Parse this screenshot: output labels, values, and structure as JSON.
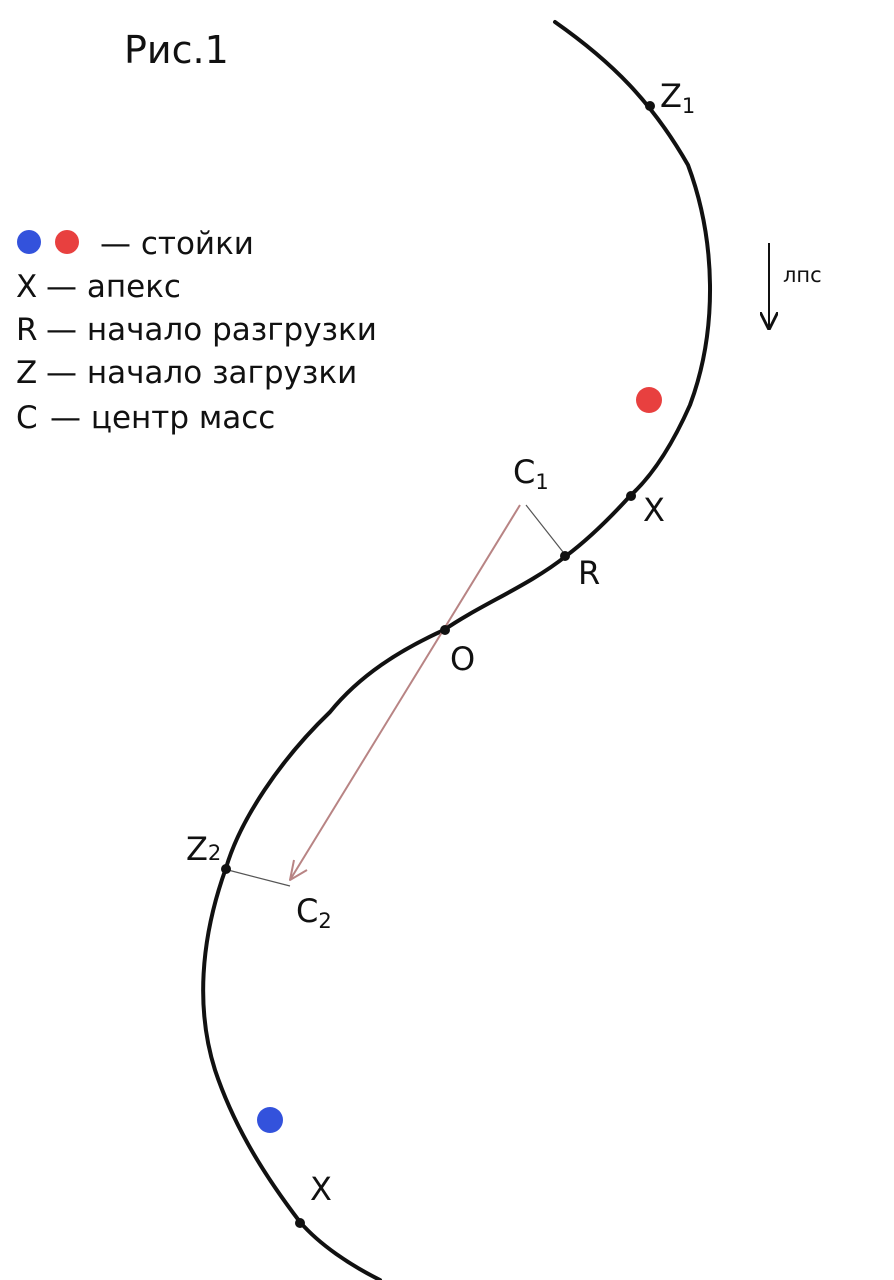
{
  "figure_title": "Рис.1",
  "legend": {
    "stands": "— стойки",
    "items": [
      {
        "symbol": "X",
        "text": "— апекс"
      },
      {
        "symbol": "R",
        "text": "— начало разгрузки"
      },
      {
        "symbol": "Z",
        "text": "— начало загрузки"
      },
      {
        "symbol": "C",
        "text": "— центр масс"
      }
    ]
  },
  "direction_label": "лпс",
  "points": {
    "z1": {
      "main": "Z",
      "sub": "1"
    },
    "x_upper": "X",
    "r": "R",
    "o": "O",
    "c1": {
      "main": "C",
      "sub": "1"
    },
    "z2": {
      "main": "Z",
      "sub": "2"
    },
    "c2": {
      "main": "C",
      "sub": "2"
    },
    "x_lower": "X"
  },
  "colors": {
    "stand_red": "#e8403f",
    "stand_blue": "#3352dc",
    "curve": "#111111",
    "arrow": "#b88484"
  }
}
